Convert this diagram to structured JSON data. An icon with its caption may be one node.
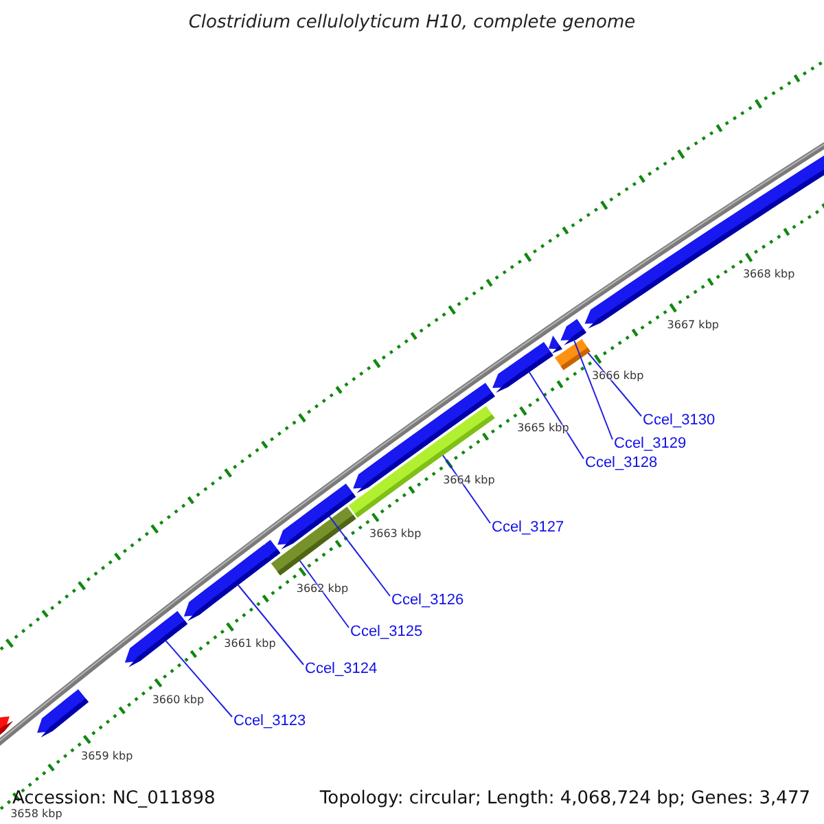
{
  "diagram": {
    "title": "Clostridium cellulolyticum H10, complete genome",
    "nodes": [
      {
        "text": [],
        "shape": "arrow"
      },
      {
        "text": [],
        "shape": "arrow"
      },
      {
        "text": [],
        "shape": "arrow"
      },
      {
        "text": [],
        "shape": "arrow"
      },
      {
        "text": [],
        "shape": "arrow"
      },
      {
        "text": [],
        "shape": "arrow"
      },
      {
        "text": [],
        "shape": "bar"
      },
      {
        "text": [],
        "shape": "arrow"
      },
      {
        "text": [],
        "shape": "bar"
      },
      {
        "text": [],
        "shape": "arrow"
      },
      {
        "text": [],
        "shape": "arrow"
      },
      {
        "text": [],
        "shape": "box"
      },
      {
        "text": [],
        "shape": "arrow"
      },
      {
        "text": [],
        "shape": "arrow"
      },
      {
        "text": [
          "Ccel_3123"
        ]
      },
      {
        "text": [
          "Ccel_3124"
        ]
      },
      {
        "text": [
          "Ccel_3125"
        ]
      },
      {
        "text": [
          "Ccel_3126"
        ]
      },
      {
        "text": [
          "Ccel_3127"
        ]
      },
      {
        "text": [
          "Ccel_3128"
        ]
      },
      {
        "text": [
          "Ccel_3129"
        ]
      },
      {
        "text": [
          "Ccel_3130"
        ]
      }
    ],
    "edges": [
      {
        "from": 14,
        "to": 2,
        "arrow": "none"
      },
      {
        "from": 15,
        "to": 3,
        "arrow": "none"
      },
      {
        "from": 16,
        "to": 6,
        "arrow": "none"
      },
      {
        "from": 17,
        "to": 5,
        "arrow": "none"
      },
      {
        "from": 18,
        "to": 8,
        "arrow": "none"
      },
      {
        "from": 19,
        "to": 9,
        "arrow": "none"
      },
      {
        "from": 20,
        "to": 12,
        "arrow": "none"
      },
      {
        "from": 21,
        "to": 11,
        "arrow": "none"
      }
    ],
    "labels": [
      "3668 kbp",
      "3667 kbp",
      "3666 kbp",
      "3665 kbp",
      "3664 kbp",
      "3663 kbp",
      "3662 kbp",
      "3661 kbp",
      "3660 kbp",
      "3659 kbp",
      "Accession: NC_011898",
      "Topology: circular; Length: 4,068,724 bp; Genes: 3,477",
      "3658 kbp"
    ]
  }
}
